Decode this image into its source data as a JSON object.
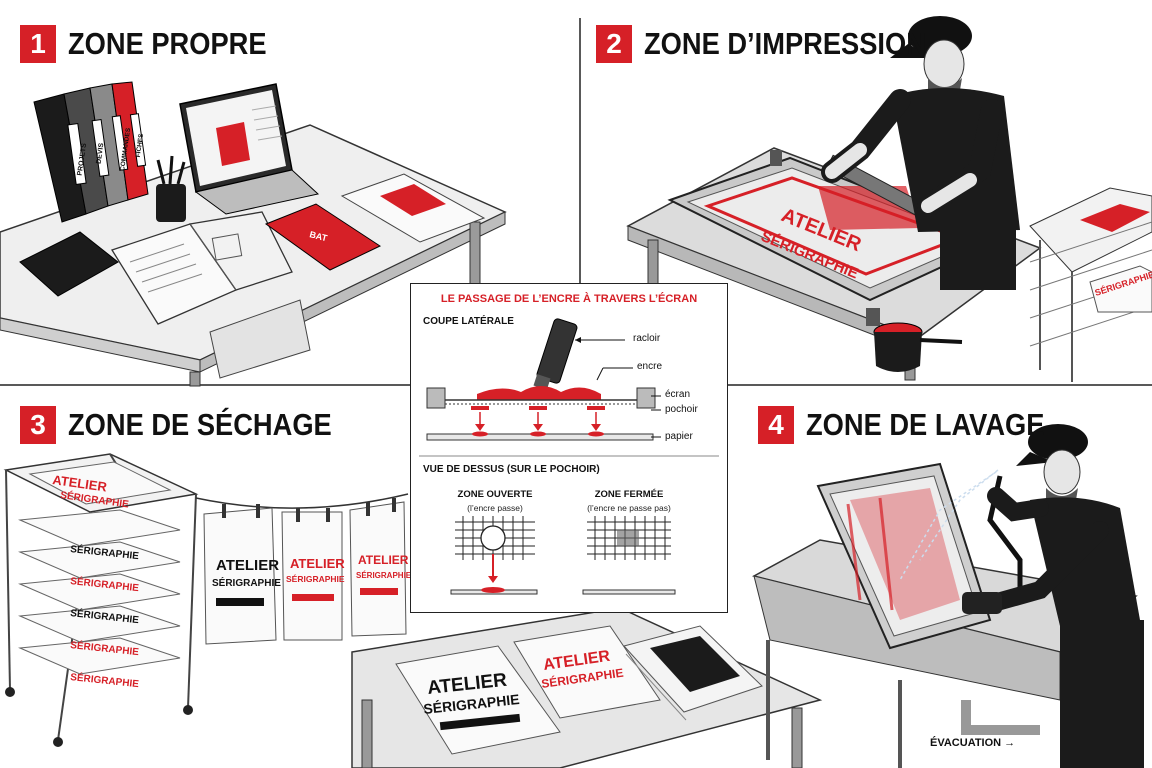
{
  "zones": [
    {
      "number": "1",
      "title": "ZONE PROPRE"
    },
    {
      "number": "2",
      "title": "ZONE D’IMPRESSION"
    },
    {
      "number": "3",
      "title": "ZONE DE SÉCHAGE"
    },
    {
      "number": "4",
      "title": "ZONE DE LAVAGE"
    }
  ],
  "binders": [
    "PROJETS",
    "DEVIS",
    "COMMANDES",
    "FICHES"
  ],
  "bat_label": "BAT",
  "poster": {
    "line1": "ATELIER",
    "line2": "SÉRIGRAPHIE"
  },
  "diagram": {
    "title": "LE PASSAGE DE L’ENCRE À TRAVERS L’ÉCRAN",
    "side_section": "COUPE LATÉRALE",
    "labels": {
      "squeegee": "racloir",
      "ink": "encre",
      "screen": "écran",
      "stencil": "pochoir",
      "paper": "papier"
    },
    "top_section": "VUE DE DESSUS (SUR LE POCHOIR)",
    "open_zone": {
      "title": "ZONE OUVERTE",
      "note": "(l’encre passe)"
    },
    "closed_zone": {
      "title": "ZONE FERMÉE",
      "note": "(l’encre ne passe pas)"
    }
  },
  "drain_label": "ÉVACUATION →",
  "colors": {
    "accent": "#d62027",
    "ink": "#111111"
  }
}
